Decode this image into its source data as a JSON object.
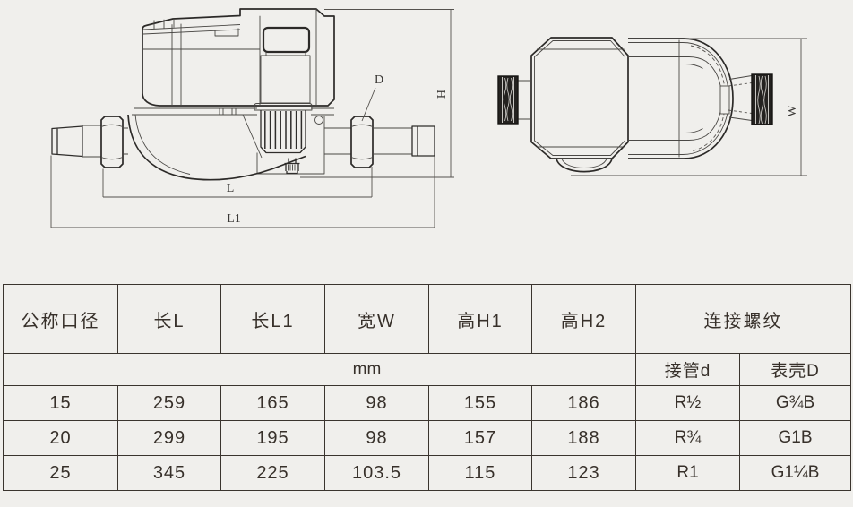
{
  "colors": {
    "background": "#f0efec",
    "drawing_line": "#2c2a28",
    "table_border": "#3a342e",
    "text": "#37302a"
  },
  "drawings": {
    "side_view": {
      "dim_d": "D",
      "dim_h": "H",
      "dim_l": "L",
      "dim_l1": "L1"
    },
    "top_view": {
      "dim_w": "W"
    }
  },
  "table": {
    "col_headers": [
      "公称口径",
      "长L",
      "长L1",
      "宽W",
      "高H1",
      "高H2"
    ],
    "thread_header": "连接螺纹",
    "unit": "mm",
    "thread_sub_headers": [
      "接管d",
      "表壳D"
    ],
    "rows": [
      [
        "15",
        "259",
        "165",
        "98",
        "155",
        "186",
        "R½",
        "G¾B"
      ],
      [
        "20",
        "299",
        "195",
        "98",
        "157",
        "188",
        "R¾",
        "G1B"
      ],
      [
        "25",
        "345",
        "225",
        "103.5",
        "115",
        "123",
        "R1",
        "G1¼B"
      ]
    ]
  }
}
